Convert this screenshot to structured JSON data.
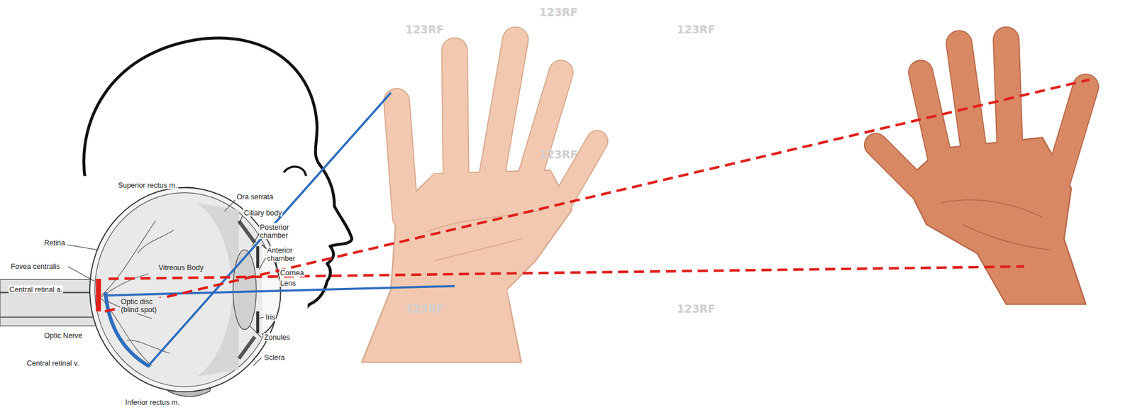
{
  "diagram": {
    "labels": [
      "Superior rectus m.",
      "Ora serrata",
      "Ciliary body",
      "Posterior chamber",
      "Anterior chamber",
      "Cornea",
      "Lens",
      "Retina",
      "Fovea centralis",
      "Vitreous Body",
      "Central retinal a.",
      "Optic disc (blind spot)",
      "Iris",
      "Zonules",
      "Sclera",
      "Optic Nerve",
      "Central retinal v.",
      "Inferior rectus m.",
      "123RF",
      "123RF",
      "123RF",
      "123RF",
      "123RF",
      "123RF"
    ]
  }
}
